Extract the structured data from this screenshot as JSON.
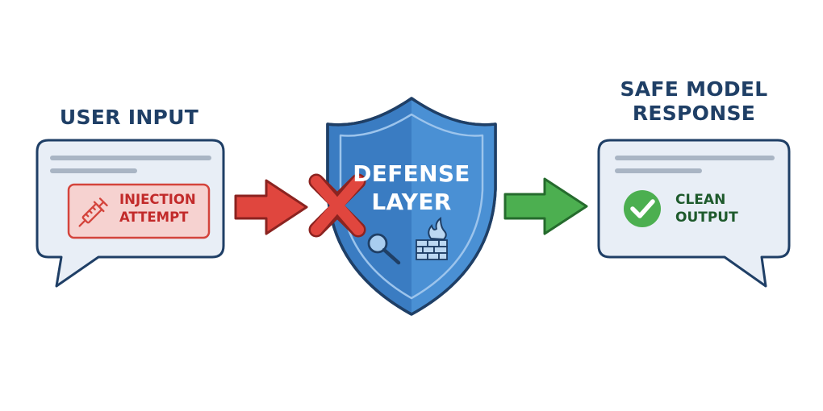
{
  "left_panel": {
    "heading": "USER INPUT",
    "badge_lines": [
      "INJECTION",
      "ATTEMPT"
    ],
    "badge_icon": "syringe-icon"
  },
  "center": {
    "shield_lines": [
      "DEFENSE",
      "LAYER"
    ],
    "icons": [
      "magnifier-icon",
      "firewall-icon"
    ],
    "block_icon": "red-x-icon"
  },
  "right_panel": {
    "heading_lines": [
      "SAFE MODEL",
      "RESPONSE"
    ],
    "result_lines": [
      "CLEAN",
      "OUTPUT"
    ],
    "result_icon": "checkmark-icon"
  },
  "colors": {
    "heading": "#1f3f66",
    "bubble_fill": "#e8eef6",
    "bubble_stroke": "#1f3f66",
    "danger": "#e0463e",
    "success": "#4caf50",
    "shield": "#3f83c9"
  }
}
